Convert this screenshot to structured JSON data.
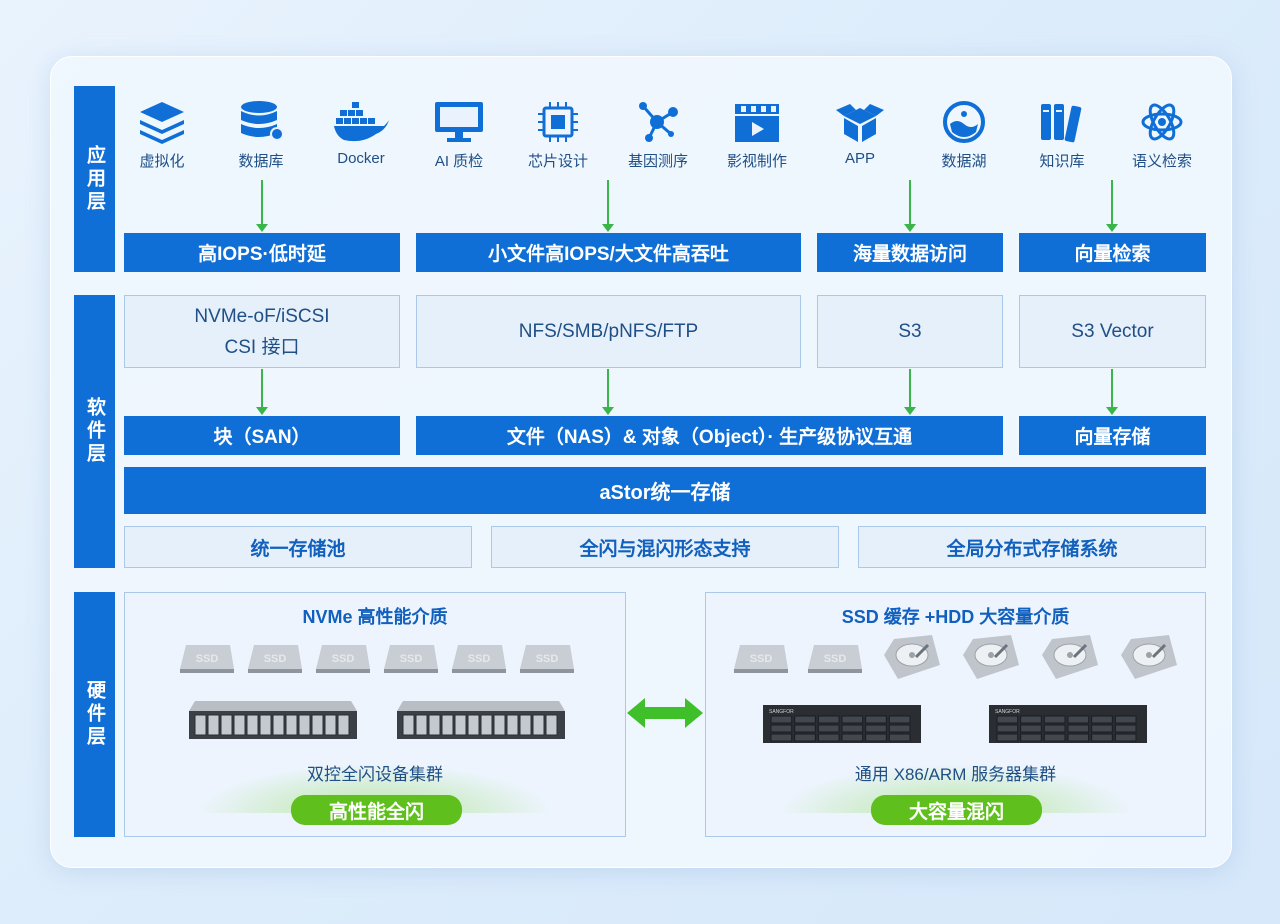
{
  "layers": {
    "app": "应用层",
    "software": "软件层",
    "hardware": "硬件层"
  },
  "apps": [
    {
      "label": "虚拟化",
      "icon": "layers-icon"
    },
    {
      "label": "数据库",
      "icon": "database-icon"
    },
    {
      "label": "Docker",
      "icon": "docker-icon"
    },
    {
      "label": "AI 质检",
      "icon": "monitor-icon"
    },
    {
      "label": "芯片设计",
      "icon": "chip-icon"
    },
    {
      "label": "基因测序",
      "icon": "molecule-icon"
    },
    {
      "label": "影视制作",
      "icon": "film-icon"
    },
    {
      "label": "APP",
      "icon": "cube-icon"
    },
    {
      "label": "数据湖",
      "icon": "lake-icon"
    },
    {
      "label": "知识库",
      "icon": "books-icon"
    },
    {
      "label": "语义检索",
      "icon": "atom-icon"
    }
  ],
  "requirements": [
    "高IOPS·低时延",
    "小文件高IOPS/大文件高吞吐",
    "海量数据访问",
    "向量检索"
  ],
  "protocols": [
    {
      "line1": "NVMe-oF/iSCSI",
      "line2": "CSI 接口"
    },
    {
      "line1": "NFS/SMB/pNFS/FTP",
      "line2": ""
    },
    {
      "line1": "S3",
      "line2": ""
    },
    {
      "line1": "S3 Vector",
      "line2": ""
    }
  ],
  "storage_types": [
    "块（SAN）",
    "文件（NAS）& 对象（Object）· 生产级协议互通",
    "向量存储"
  ],
  "core": "aStor统一存储",
  "features": [
    "统一存储池",
    "全闪与混闪形态支持",
    "全局分布式存储系统"
  ],
  "hardware": {
    "left": {
      "title": "NVMe 高性能介质",
      "subtitle": "双控全闪设备集群",
      "badge": "高性能全闪"
    },
    "right": {
      "title": "SSD 缓存 +HDD 大容量介质",
      "subtitle": "通用 X86/ARM 服务器集群",
      "badge": "大容量混闪"
    },
    "ssd_label": "SSD",
    "server_brand": "SANGFOR"
  },
  "colors": {
    "primary": "#0f6fd6",
    "arrow": "#39b54a",
    "badge": "#5fbf1d"
  }
}
